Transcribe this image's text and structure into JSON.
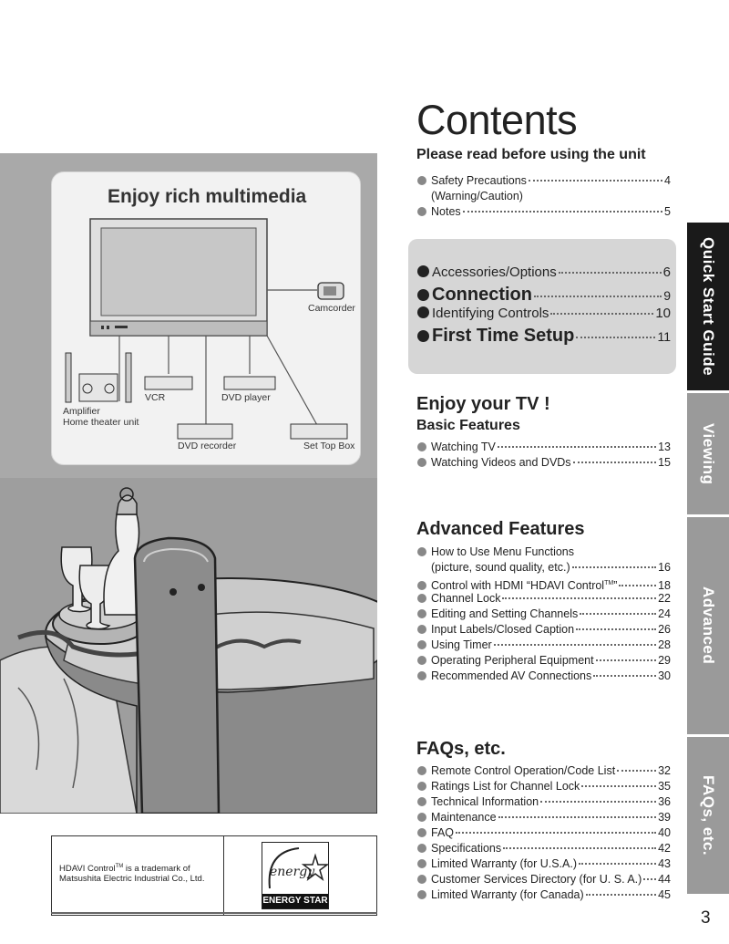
{
  "page_title": "Contents",
  "page_number": "3",
  "left_panel": {
    "heading": "Enjoy rich multimedia",
    "devices": {
      "camcorder": "Camcorder",
      "vcr": "VCR",
      "dvd_player": "DVD player",
      "amplifier_line1": "Amplifier",
      "amplifier_line2": "Home theater unit",
      "dvd_recorder": "DVD recorder",
      "set_top_box": "Set Top Box"
    }
  },
  "trademark": {
    "text_before": "HDAVI Control",
    "tm": "TM",
    "text_after": " is a trademark of Matsushita Electric Industrial Co., Ltd.",
    "logo_script": "energy",
    "logo_label": "ENERGY STAR"
  },
  "sections": {
    "please_read": {
      "heading": "Please read before using the unit",
      "items": [
        {
          "title": "Safety Precautions",
          "page": "4",
          "sub": "(Warning/Caution)"
        },
        {
          "title": "Notes",
          "page": "5"
        }
      ]
    },
    "quick_start": {
      "items": [
        {
          "title": "Accessories/Options",
          "page": "6",
          "size": "small"
        },
        {
          "title": "Connection",
          "page": "9",
          "size": "big"
        },
        {
          "title": "Identifying Controls",
          "page": "10",
          "size": "small"
        },
        {
          "title": "First Time Setup",
          "page": "11",
          "size": "big"
        }
      ]
    },
    "enjoy_tv": {
      "heading": "Enjoy your TV !",
      "subheading": "Basic Features",
      "items": [
        {
          "title": "Watching TV",
          "page": "13"
        },
        {
          "title": "Watching Videos and DVDs",
          "page": "15"
        }
      ]
    },
    "advanced": {
      "heading": "Advanced Features",
      "items": [
        {
          "title": "How to Use Menu Functions",
          "cont": "(picture, sound quality, etc.)",
          "page": "16"
        },
        {
          "title": "Control with HDMI “HDAVI Control",
          "sup": "TM",
          "title_end": "”",
          "page": "18"
        },
        {
          "title": "Channel Lock",
          "page": "22"
        },
        {
          "title": "Editing and Setting Channels",
          "page": "24"
        },
        {
          "title": "Input Labels/Closed Caption",
          "page": "26"
        },
        {
          "title": "Using Timer",
          "page": "28"
        },
        {
          "title": "Operating Peripheral Equipment",
          "page": "29"
        },
        {
          "title": "Recommended AV Connections",
          "page": "30"
        }
      ]
    },
    "faqs": {
      "heading": "FAQs, etc.",
      "items": [
        {
          "title": "Remote Control Operation/Code List",
          "page": "32"
        },
        {
          "title": "Ratings List for Channel Lock",
          "page": "35"
        },
        {
          "title": "Technical Information",
          "page": "36"
        },
        {
          "title": "Maintenance",
          "page": "39"
        },
        {
          "title": "FAQ",
          "page": "40"
        },
        {
          "title": "Specifications",
          "page": "42"
        },
        {
          "title": "Limited Warranty (for U.S.A.)",
          "page": "43"
        },
        {
          "title": "Customer Services Directory (for U. S. A.)",
          "page": "44"
        },
        {
          "title": "Limited Warranty (for Canada)",
          "page": "45"
        }
      ]
    }
  },
  "side_tabs": [
    {
      "label": "Quick Start Guide",
      "active": true
    },
    {
      "label": "Viewing",
      "active": false
    },
    {
      "label": "Advanced",
      "active": false
    },
    {
      "label": "FAQs, etc.",
      "active": false
    }
  ],
  "colors": {
    "tab_active_bg": "#1a1a1a",
    "tab_bg": "#9a9a9a",
    "quick_start_box": "#d6d6d6",
    "bullet_gray": "#888888"
  }
}
